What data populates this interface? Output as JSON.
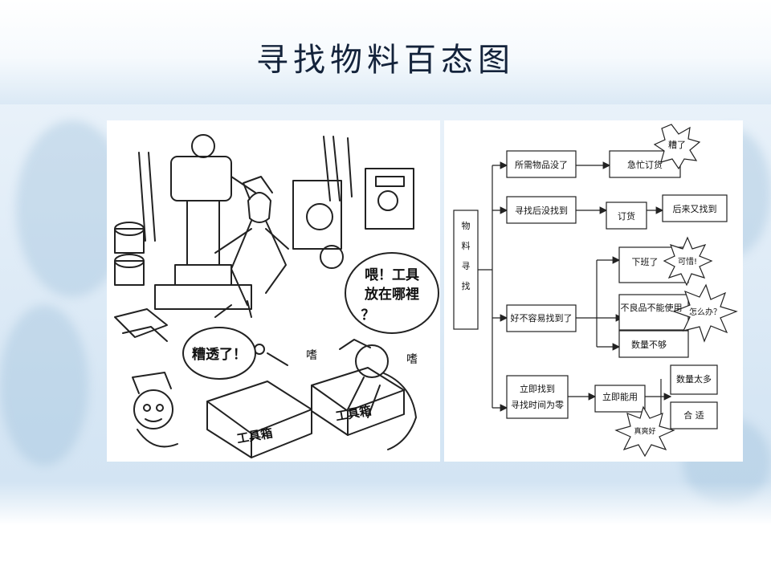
{
  "slide": {
    "title": "寻找物料百态图"
  },
  "cartoon": {
    "speech_where": [
      "喂！工具",
      "放在哪裡",
      "？"
    ],
    "speech_bad": "糟透了！",
    "sound_1": "嗜",
    "sound_2": "嗜",
    "toolbox_label_1": "工具箱",
    "toolbox_label_2": "工具箱"
  },
  "flow": {
    "root": [
      "物",
      "料",
      "寻",
      "找"
    ],
    "b1_cause": "所需物品没了",
    "b1_result": "急忙订货",
    "b1_burst": "糟了",
    "b2_cause": "寻找后没找到",
    "b2_mid": "订货",
    "b2_result": "后来又找到",
    "b3_cause": "好不容易找到了",
    "b3_r1": "下班了",
    "b3_r1_burst": "可惜!",
    "b3_r2": "不良品不能使用",
    "b3_r2_burst": "怎么办？",
    "b3_r3": "数量不够",
    "b4_cause_1": "立即找到",
    "b4_cause_2": "寻找时间为零",
    "b4_mid": "立即能用",
    "b4_r1": "数量太多",
    "b4_r2": "合 适",
    "b4_burst": "真爽好"
  }
}
